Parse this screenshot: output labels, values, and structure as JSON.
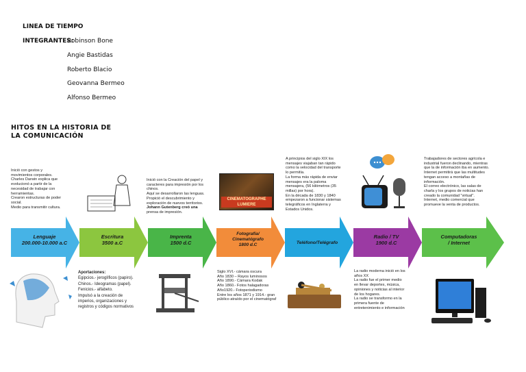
{
  "header": {
    "title": "LINEA DE TIEMPO",
    "members_label": "INTEGRANTES:",
    "members": [
      "Robinson Bone",
      "Angie Bastidas",
      "Roberto Blacio",
      "Geovanna Bermeo",
      "Alfonso Bermeo"
    ]
  },
  "infographic": {
    "title_lines": [
      "HITOS EN LA HISTORIA DE",
      "LA COMUNICACIÓN"
    ],
    "arrows": [
      {
        "lines": [
          "Lenguaje",
          "200.000-10.000 a.C"
        ],
        "color": "#46b3e6"
      },
      {
        "lines": [
          "Escritura",
          "3500 a.C"
        ],
        "color": "#8cc63f"
      },
      {
        "lines": [
          "Imprenta",
          "1500 d.C"
        ],
        "color": "#49b548"
      },
      {
        "lines": [
          "Fotografía/",
          "Cinematógrafo",
          "1800 d.C"
        ],
        "color": "#f28c3a"
      },
      {
        "lines": [
          "Teléfono/Telégrafo"
        ],
        "color": "#23a5de"
      },
      {
        "lines": [
          "Radio / TV",
          "1900 d.C"
        ],
        "color": "#9b3aa3"
      },
      {
        "lines": [
          "Computadoras",
          "/ Internet"
        ],
        "color": "#5cc04a"
      }
    ],
    "notes": {
      "lenguaje": [
        "Inició con gestos y",
        "movimientos corporales.",
        "Charles Darwin explica que",
        "evolucionó a partir de la",
        "necesidad de trabajar con",
        "herramientas.",
        "Crearon estructuras de poder",
        "social.",
        "Medio para transmitir cultura."
      ],
      "escritura": [
        "Aportaciones:",
        "Egipcios.- jeroglíficos (papiro).",
        "Chinos.- Ideogramas (papel).",
        "Fenicios.- alfabeto.",
        "Impulsó a la creación de",
        "imperios, organizaciones y",
        "registros y códigos normativos"
      ],
      "imprenta": [
        "Inició con la Creación del papel y",
        "caracteres para impresión por los",
        "chinos.",
        "Aquí se desarrollaron las lenguas.",
        "Propició el descubrimiento y",
        "exploración de nuevos territorios.",
        "Johann Gutenberg creó una",
        "prensa de impresión."
      ],
      "fotografia": [
        "Siglo XVI.- cámara oscura",
        "Año 1830 – Rayos luminosos",
        "Año 1890.- Cámara Kodak",
        "Año 1860.- Fotos halagadoras",
        "Año1920.- Fotoperiodismo",
        "Entre los años 1871 y 1914.- gran",
        "público atraído por el cinematógraf"
      ],
      "telefono": [
        "A principios del siglo XIX los",
        "mensajes viajaban tan rápido",
        "como la velocidad del transporte",
        "lo permitía.",
        "La forma más rápida de enviar",
        "mensajes era la paloma",
        "mensajera, (56 kilómetros (35",
        "millas) por hora).",
        "En la década de 1830 y 1840",
        "empezaron a funcionar sistemas",
        "telegráficos en Inglaterra y",
        "Estados Unidos."
      ],
      "radio": [
        "La radio moderna inició en los",
        "años XX",
        "La radio fue el primer medio",
        "en llevar deportes, música,",
        "opiniones y noticias al interior",
        "de los hogares.",
        "La radio se transformo en la",
        "primera fuente de",
        "entretenimiento e información"
      ],
      "computadoras": [
        "Trabajadores de sectores agrícola e",
        "industrial fueron declinando, mientras",
        "que la de información iba en aumento.",
        "Internet permitirá que las multitudes",
        "tengan acceso a montañas de",
        "información.",
        "El correo electrónico, las salas de",
        "charla y los grupos de noticias han",
        "creado la comunidad \"virtual\".",
        "Internet, medio comercial que",
        "promueve la venta de productos."
      ]
    },
    "poster_text": "CINEMATOGRAPHE LUMIERE"
  }
}
